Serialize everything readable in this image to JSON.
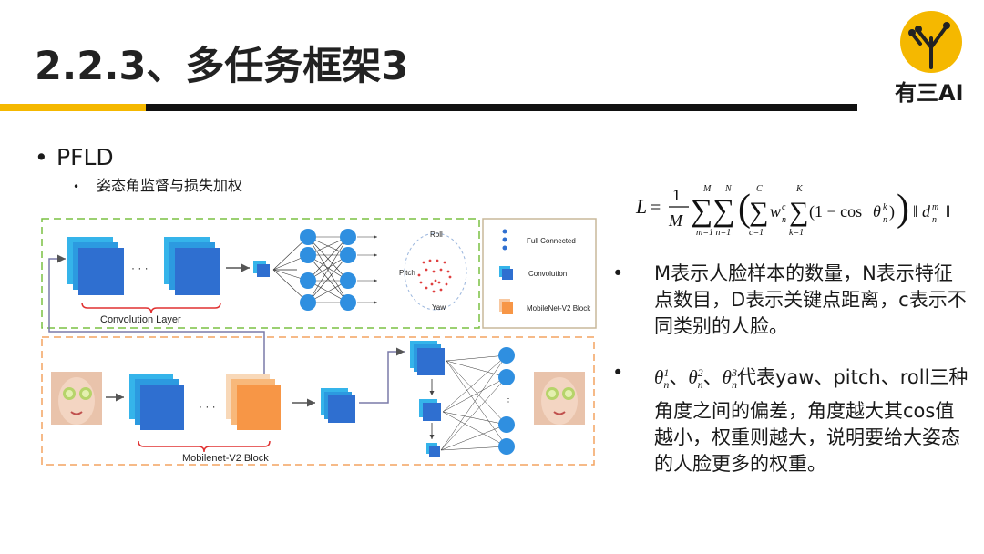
{
  "slide": {
    "title": "2.2.3、多任务框架3",
    "logo_text": "有三AI"
  },
  "content": {
    "bullet_main": "PFLD",
    "bullet_sub": "姿态角监督与损失加权",
    "note1": "M表示人脸样本的数量，N表示特征点数目，D表示关键点距离，c表示不同类别的人脸。",
    "note2_prefix": "θ",
    "note2_text": "代表yaw、pitch、roll三种角度之间的偏差，角度越大其cos值越小，权重则越大，说明要给大姿态的人脸更多的权重。"
  },
  "diagram": {
    "conv_layer_label": "Convolution Layer",
    "mobilenet_label": "Mobilenet-V2 Block",
    "legend_fc": "Full Connected",
    "legend_conv": "Convolution",
    "legend_mobilenet": "MobileNet-V2 Block",
    "pose_roll": "Roll",
    "pose_pitch": "Pitch",
    "pose_yaw": "Yaw",
    "ellipsis": "· · ·"
  },
  "colors": {
    "accent_yellow": "#f5b800",
    "blue": "#2f6fd0",
    "cyan": "#35b4ea",
    "orange": "#f79646",
    "green_dash": "#7ac142",
    "orange_dash": "#f4a460",
    "red_brace": "#e03030"
  }
}
